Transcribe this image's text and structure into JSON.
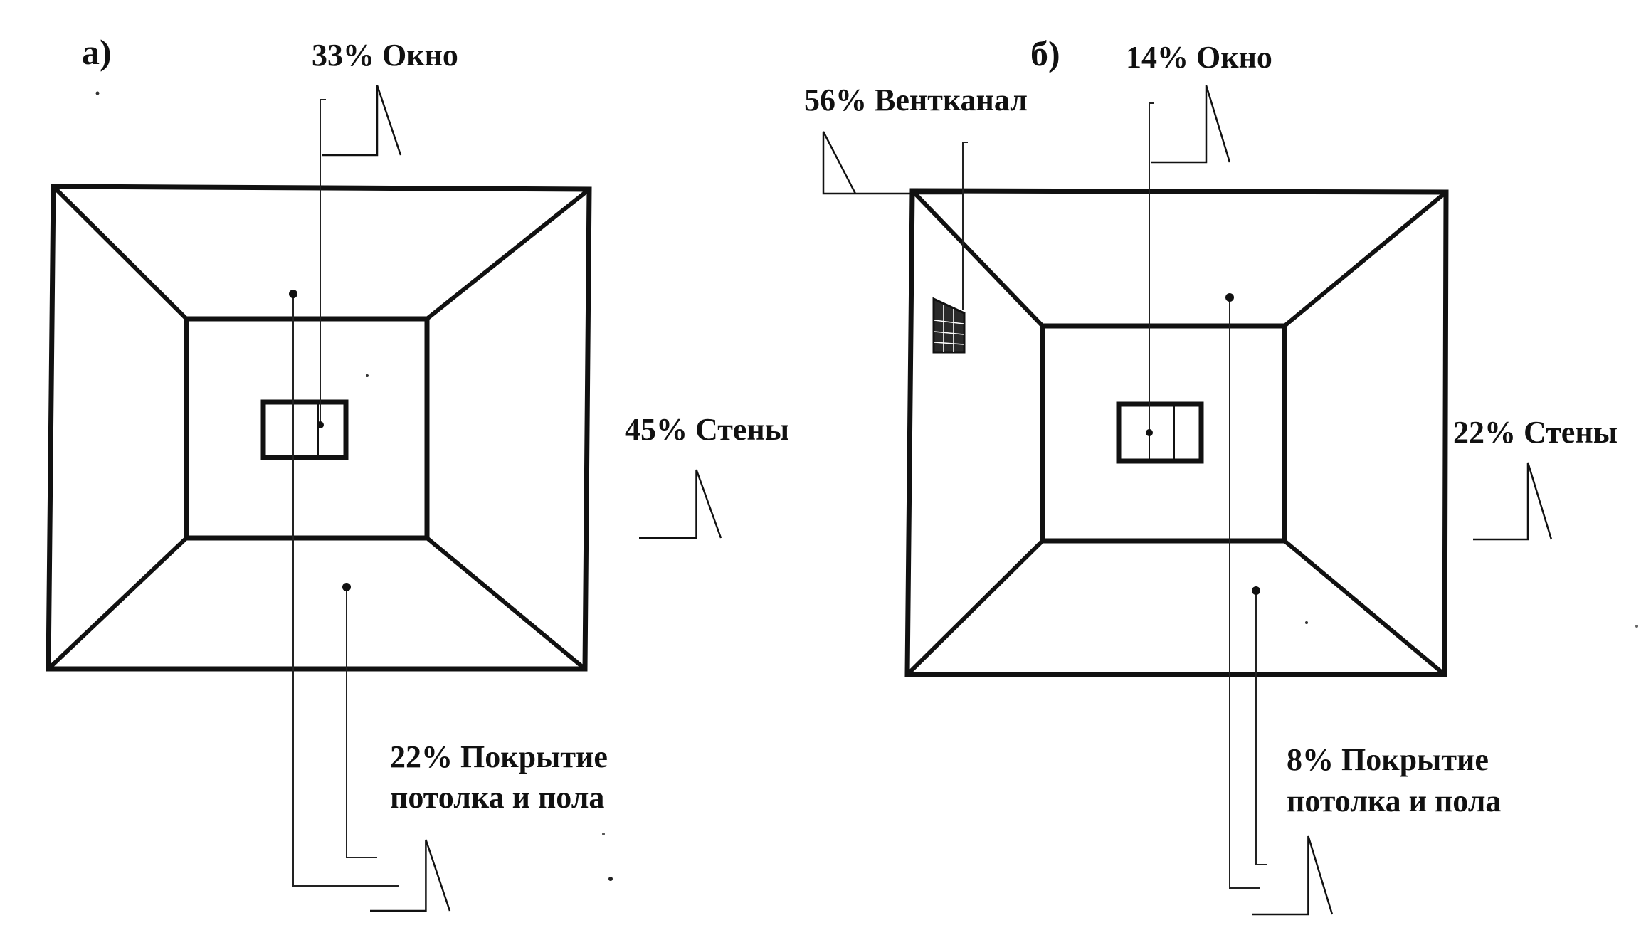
{
  "panel_a": {
    "label": "а)",
    "window_label": "33% Окно",
    "walls_label": "45% Стены",
    "floor_label_line1": "22% Покрытие",
    "floor_label_line2": "потолка и пола",
    "window_share": 33,
    "walls_share": 45,
    "floor_share": 22,
    "window_arrow_color": "#909090",
    "walls_arrow_color": "#c4c4c4",
    "floor_arrow_color": "#b4b4b4"
  },
  "panel_b": {
    "label": "б)",
    "window_label": "14% Окно",
    "vent_label": "56% Вентканал",
    "walls_label": "22% Стены",
    "floor_label_line1": "8% Покрытие",
    "floor_label_line2": "потолка и пола",
    "window_share": 14,
    "vent_share": 56,
    "walls_share": 22,
    "floor_share": 8,
    "window_arrow_color": "#3a3a3a",
    "vent_arrow_color": "#dcdcdc",
    "walls_arrow_color": "#6e6e6e",
    "floor_arrow_color": "#2a2a2a"
  },
  "icons": {
    "vent_grille": "vent-grille-icon",
    "arrow": "block-arrow-icon"
  }
}
